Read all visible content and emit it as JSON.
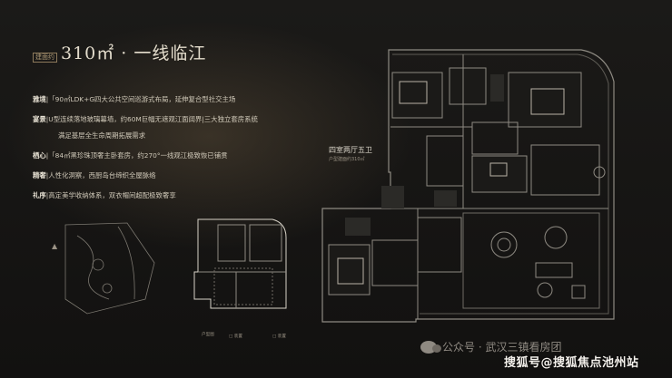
{
  "heading": {
    "tag": "建面约",
    "title": "310㎡ · 一线临江"
  },
  "features": [
    {
      "key": "雅境",
      "val": "|「90㎡LDK+G四大公共空间巡游式布局，延伸复合型社交主场"
    },
    {
      "key": "宴景",
      "val": "|U型连续落地玻璃幕墙，约60M巨幅无遮观江面阔界|三大独立套房系统"
    },
    {
      "key": "",
      "val": "满足基层全生命周期拓展需求"
    },
    {
      "key": "栖心",
      "val": "|「84㎡黑珍珠顶奢主卧套房，约270°一线观江极致恢已铺贯"
    },
    {
      "key": "精奢",
      "val": "|人性化洞察，西厨岛台缔织全屋脉络"
    },
    {
      "key": "礼序",
      "val": "|高定美学收纳体系，双衣帽间超配极致奢享"
    }
  ],
  "plan": {
    "label": "四室两厅五卫",
    "sublabel": "户型建面约310㎡"
  },
  "mini_plan": {
    "caption": "户型图",
    "legend_left": "□ 装置",
    "legend_right": "□ 装置"
  },
  "watermark": {
    "text": "公众号 · 武汉三镇看房团"
  },
  "footer": {
    "brand": "搜狐号@搜狐焦点池州站"
  },
  "colors": {
    "accent": "#b19c78",
    "line": "#8e8a82",
    "text": "#d8d3c8"
  }
}
